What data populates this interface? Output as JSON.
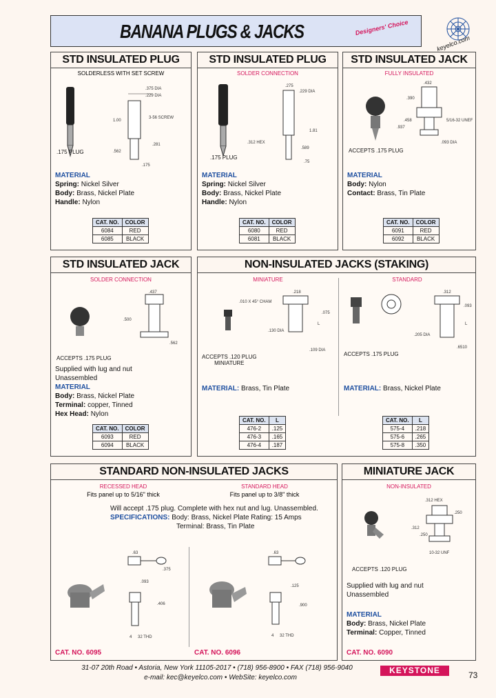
{
  "header": {
    "title": "BANANA PLUGS & JACKS",
    "badge": "Designers' Choice",
    "website_logo": "keyelco.com"
  },
  "panels": {
    "plug_screw": {
      "title": "STD INSULATED PLUG",
      "subtitle": "SOLDERLESS WITH SET SCREW",
      "caption": ".175 PLUG",
      "dims": [
        ".375 DIA",
        ".229 DIA",
        "1.00",
        "3-56 SCREW",
        ".281",
        ".562",
        ".175"
      ],
      "material_heading": "MATERIAL",
      "material_lines": [
        {
          "label": "Spring:",
          "value": "Nickel Silver"
        },
        {
          "label": "Body:",
          "value": "Brass, Nickel Plate"
        },
        {
          "label": "Handle:",
          "value": "Nylon"
        }
      ],
      "table": {
        "headers": [
          "CAT. NO.",
          "COLOR"
        ],
        "rows": [
          [
            "6084",
            "RED"
          ],
          [
            "6085",
            "BLACK"
          ]
        ]
      }
    },
    "plug_solder": {
      "title": "STD INSULATED PLUG",
      "subtitle": "SOLDER CONNECTION",
      "caption": ".175 PLUG",
      "dims": [
        ".275",
        ".229 DIA",
        "1.81",
        ".312 HEX",
        ".589",
        ".75"
      ],
      "material_heading": "MATERIAL",
      "material_lines": [
        {
          "label": "Spring:",
          "value": "Nickel Silver"
        },
        {
          "label": "Body:",
          "value": "Brass, Nickel Plate"
        },
        {
          "label": "Handle:",
          "value": "Nylon"
        }
      ],
      "table": {
        "headers": [
          "CAT. NO.",
          "COLOR"
        ],
        "rows": [
          [
            "6080",
            "RED"
          ],
          [
            "6081",
            "BLACK"
          ]
        ]
      }
    },
    "jack_full": {
      "title": "STD INSULATED JACK",
      "subtitle": "FULLY INSULATED",
      "caption": "ACCEPTS .175 PLUG",
      "dims": [
        ".432",
        ".390",
        ".458",
        ".937",
        "5/16-32 UNEF",
        ".093 DIA"
      ],
      "material_heading": "MATERIAL",
      "material_lines": [
        {
          "label": "Body:",
          "value": "Nylon"
        },
        {
          "label": "Contact:",
          "value": "Brass, Tin Plate"
        }
      ],
      "table": {
        "headers": [
          "CAT. NO.",
          "COLOR"
        ],
        "rows": [
          [
            "6091",
            "RED"
          ],
          [
            "6092",
            "BLACK"
          ]
        ]
      }
    },
    "jack_solder": {
      "title": "STD INSULATED JACK",
      "subtitle": "SOLDER CONNECTION",
      "caption": "ACCEPTS .175 PLUG",
      "dims": [
        ".437",
        ".500",
        ".562"
      ],
      "notes": [
        "Supplied with lug and nut",
        "Unassembled"
      ],
      "material_heading": "MATERIAL",
      "material_lines": [
        {
          "label": "Body:",
          "value": "Brass, Nickel Plate"
        },
        {
          "label": "Terminal:",
          "value": "copper, Tinned"
        },
        {
          "label": "Hex Head:",
          "value": "Nylon"
        }
      ],
      "table": {
        "headers": [
          "CAT. NO.",
          "COLOR"
        ],
        "rows": [
          [
            "6093",
            "RED"
          ],
          [
            "6094",
            "BLACK"
          ]
        ]
      }
    },
    "staking": {
      "title": "NON-INSULATED JACKS (STAKING)",
      "mini": {
        "subtitle": "MINIATURE",
        "caption": "ACCEPTS .120 PLUG",
        "caption2": "MINIATURE",
        "dims": [
          ".010 X 45° CHAM",
          ".218",
          ".075",
          ".130 DIA",
          ".109 DIA",
          "L"
        ],
        "material_heading": "MATERIAL:",
        "material_value": "Brass, Tin Plate",
        "table": {
          "headers": [
            "CAT. NO.",
            "L"
          ],
          "rows": [
            [
              "476-2",
              ".125"
            ],
            [
              "476-3",
              ".165"
            ],
            [
              "476-4",
              ".187"
            ]
          ]
        }
      },
      "std": {
        "subtitle": "STANDARD",
        "caption": "ACCEPTS .175 PLUG",
        "dims": [
          ".312",
          ".093",
          "L",
          ".205 DIA",
          ".6510"
        ],
        "material_heading": "MATERIAL:",
        "material_value": "Brass, Nickel Plate",
        "table": {
          "headers": [
            "CAT. NO.",
            "L"
          ],
          "rows": [
            [
              "575-4",
              ".218"
            ],
            [
              "575-6",
              ".265"
            ],
            [
              "575-8",
              ".350"
            ]
          ]
        }
      }
    },
    "std_noninsulated": {
      "title": "STANDARD NON-INSULATED JACKS",
      "left_sub": "RECESSED HEAD",
      "left_note": "Fits panel up to 5/16\" thick",
      "right_sub": "STANDARD HEAD",
      "right_note": "Fits panel up to 3/8\" thick",
      "line1": "Will accept .175 plug. Complete with hex nut and lug. Unassembled.",
      "spec_heading": "SPECIFICATIONS:",
      "spec_line": "Body: Brass, Nickel Plate  Rating: 15 Amps",
      "terminal_line": "Terminal: Brass, Tin Plate",
      "left_dims": [
        ".63",
        ".375",
        ".093",
        ".406",
        "4",
        "32 THD"
      ],
      "right_dims": [
        ".63",
        ".125",
        ".900",
        "4",
        "32 THD"
      ],
      "cat_left": "CAT. NO. 6095",
      "cat_right": "CAT. NO. 6096"
    },
    "miniature_jack": {
      "title": "MINIATURE JACK",
      "subtitle": "NON-INSULATED",
      "caption": "ACCEPTS .120 PLUG",
      "dims": [
        ".312 HEX",
        ".250",
        ".312",
        ".250",
        "10-32 UNF"
      ],
      "notes": [
        "Supplied with lug and nut",
        "Unassembled"
      ],
      "material_heading": "MATERIAL",
      "material_lines": [
        {
          "label": "Body:",
          "value": "Brass, Nickel Plate"
        },
        {
          "label": "Terminal:",
          "value": "Copper, Tinned"
        }
      ],
      "cat": "CAT. NO. 6090"
    }
  },
  "footer": {
    "address": "31-07 20th Road • Astoria, New York 11105-2017 • (718) 956-8900 • FAX (718) 956-9040",
    "contact": "e-mail: kec@keyelco.com • WebSite: keyelco.com",
    "brand": "KEYSTONE",
    "page": "73"
  },
  "colors": {
    "accent": "#d4145a",
    "blue": "#1e4fa0",
    "title_bg": "#dce3f5"
  }
}
